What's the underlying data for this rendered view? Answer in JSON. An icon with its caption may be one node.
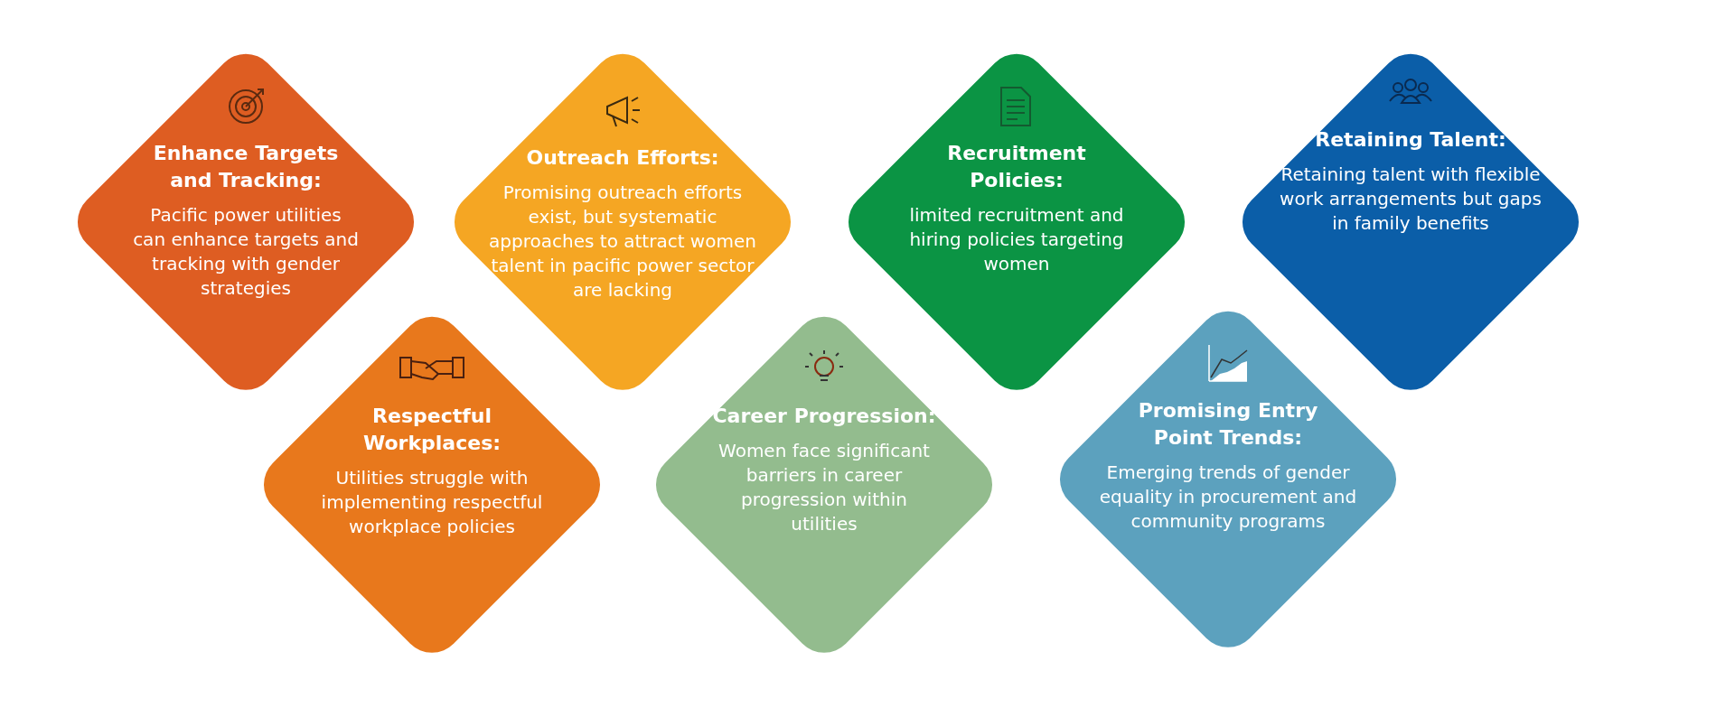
{
  "diagram": {
    "nodes": [
      {
        "text": [
          "Enhance Targets and Tracking:",
          "Pacific power utilities can enhance targets and tracking with gender strategies"
        ]
      },
      {
        "text": [
          "Outreach Efforts:",
          "Promising outreach efforts exist, but systematic approaches to attract women talent in pacific power sector are lacking"
        ]
      },
      {
        "text": [
          "Recruitment Policies:",
          "limited recruitment and hiring policies targeting women"
        ]
      },
      {
        "text": [
          "Retaining Talent:",
          "Retaining talent with flexible work arrangements but gaps in family benefits"
        ]
      },
      {
        "text": [
          "Respectful Workplaces:",
          "Utilities struggle with implementing respectful workplace policies"
        ]
      },
      {
        "text": [
          "Career Progression:",
          "Women face significant barriers in career progression within utilities"
        ]
      },
      {
        "text": [
          "Promising Entry Point Trends:",
          "Emerging trends of gender equality in procurement and community programs"
        ]
      }
    ],
    "edges": []
  }
}
